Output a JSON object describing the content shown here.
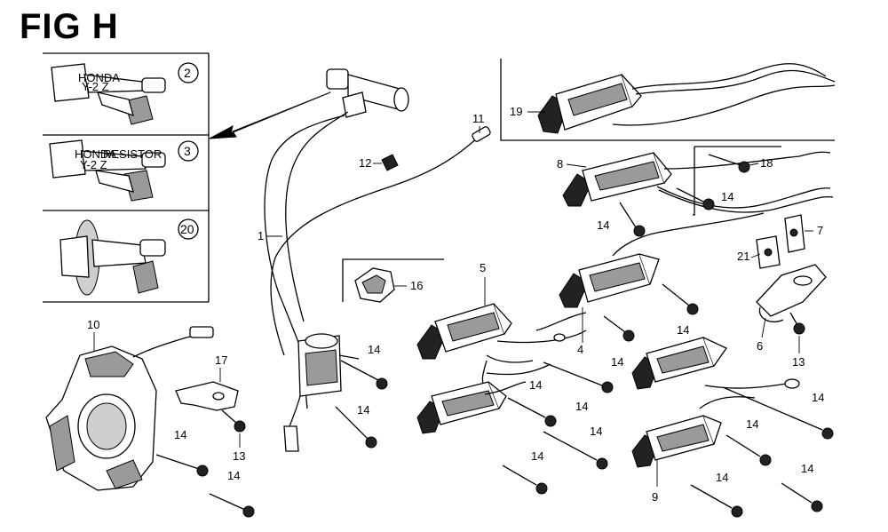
{
  "figure": {
    "title": "FIG H"
  },
  "inset_labels": [
    {
      "text": "HONDA",
      "sub": "Y-2 Z",
      "ref": "2"
    },
    {
      "text": "HONDA",
      "sub": "Y-2 Z",
      "extra": "RESISTOR",
      "ref": "3"
    },
    {
      "text": "",
      "ref": "20"
    }
  ],
  "callouts": {
    "c1": "1",
    "c2": "2",
    "c3": "3",
    "c4": "4",
    "c5": "5",
    "c6": "6",
    "c7": "7",
    "c8": "8",
    "c9": "9",
    "c10": "10",
    "c11": "11",
    "c12": "12",
    "c13a": "13",
    "c13b": "13",
    "c14": "14",
    "c16": "16",
    "c17": "17",
    "c18": "18",
    "c19": "19",
    "c20": "20",
    "c21": "21"
  },
  "bolt_label": "14"
}
